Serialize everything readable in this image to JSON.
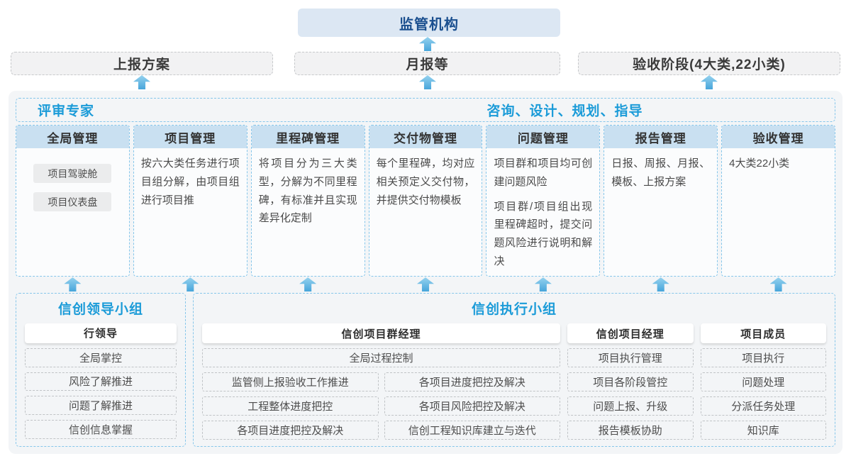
{
  "top": {
    "regulator": "监管机构",
    "channels": [
      {
        "label": "上报方案"
      },
      {
        "label": "月报等"
      },
      {
        "label": "验收阶段(4大类,22小类)"
      }
    ]
  },
  "platform": {
    "left_header": "评审专家",
    "right_header": "咨询、设计、规划、指导",
    "columns": [
      {
        "title": "全局管理",
        "tags": [
          "项目驾驶舱",
          "项目仪表盘"
        ]
      },
      {
        "title": "项目管理",
        "paragraphs": [
          "按六大类任务进行项目组分解，由项目组进行项目推"
        ]
      },
      {
        "title": "里程碑管理",
        "paragraphs": [
          "将项目分为三大类型，分解为不同里程碑，有标准并且实现差异化定制"
        ]
      },
      {
        "title": "交付物管理",
        "paragraphs": [
          "每个里程碑，均对应相关预定义交付物，并提供交付物模板"
        ]
      },
      {
        "title": "问题管理",
        "paragraphs": [
          "项目群和项目均可创建问题风险",
          "项目群/项目组出现里程碑超时，提交问题风险进行说明和解决"
        ]
      },
      {
        "title": "报告管理",
        "paragraphs": [
          "日报、周报、月报、模板、上报方案"
        ]
      },
      {
        "title": "验收管理",
        "paragraphs": [
          "4大类22小类"
        ]
      }
    ]
  },
  "groups": {
    "leader": {
      "title": "信创领导小组",
      "role": "行领导",
      "items": [
        "全局掌控",
        "风险了解推进",
        "问题了解推进",
        "信创信息掌握"
      ]
    },
    "executor": {
      "title": "信创执行小组",
      "pgm": {
        "role": "信创项目群经理",
        "full_item": "全局过程控制",
        "left_items": [
          "监管侧上报验收工作推进",
          "工程整体进度把控",
          "各项目进度把控及解决"
        ],
        "right_items": [
          "各项目进度把控及解决",
          "各项目风险把控及解决",
          "信创工程知识库建立与迭代"
        ]
      },
      "pm": {
        "role": "信创项目经理",
        "items": [
          "项目执行管理",
          "项目各阶段管控",
          "问题上报、升级",
          "报告模板协助"
        ]
      },
      "member": {
        "role": "项目成员",
        "items": [
          "项目执行",
          "问题处理",
          "分派任务处理",
          "知识库"
        ]
      }
    }
  },
  "colors": {
    "accent_blue": "#1b9bd8",
    "navy_text": "#1a4f8f",
    "regulator_bg": "#dce7f3",
    "column_header_bg": "#c9e0f1",
    "dashed_blue_border": "#86c6ea",
    "container_bg": "#f3f5f7",
    "arrow_gradient_top": "#96d2ef",
    "arrow_gradient_bottom": "#47a5db"
  }
}
